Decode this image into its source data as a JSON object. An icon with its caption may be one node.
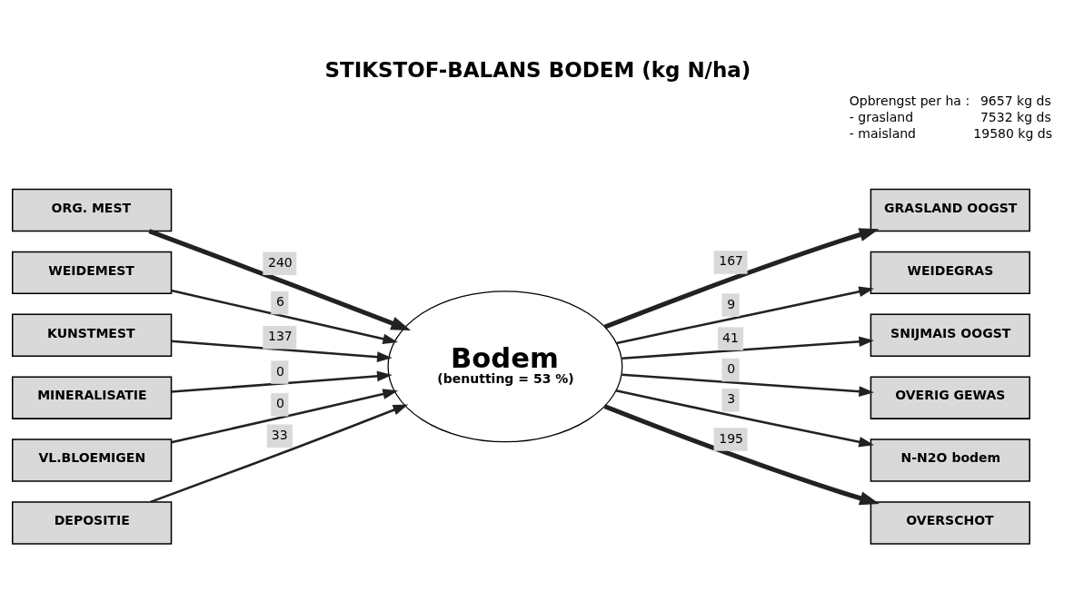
{
  "diagram": {
    "title": "STIKSTOF-BALANS BODEM (kg N/ha)",
    "nodes": [
      {
        "text": [
          "ORG. MEST"
        ]
      },
      {
        "text": [
          "WEIDEMEST"
        ]
      },
      {
        "text": [
          "KUNSTMEST"
        ]
      },
      {
        "text": [
          "MINERALISATIE"
        ]
      },
      {
        "text": [
          "VL.BLOEMIGEN"
        ]
      },
      {
        "text": [
          "DEPOSITIE"
        ]
      },
      {
        "text": [
          "Bodem",
          "(benutting = 53 %)"
        ]
      },
      {
        "text": [
          "GRASLAND OOGST"
        ]
      },
      {
        "text": [
          "WEIDEGRAS"
        ]
      },
      {
        "text": [
          "SNIJMAIS OOGST"
        ]
      },
      {
        "text": [
          "OVERIG GEWAS"
        ]
      },
      {
        "text": [
          "N-N2O bodem"
        ]
      },
      {
        "text": [
          "OVERSCHOT"
        ]
      }
    ],
    "edges": [
      {
        "from": 0,
        "to": 6,
        "arrow": "to",
        "label": "240",
        "style": "thick"
      },
      {
        "from": 1,
        "to": 6,
        "arrow": "to",
        "label": "6"
      },
      {
        "from": 2,
        "to": 6,
        "arrow": "to",
        "label": "137"
      },
      {
        "from": 3,
        "to": 6,
        "arrow": "to",
        "label": "0"
      },
      {
        "from": 4,
        "to": 6,
        "arrow": "to",
        "label": "0"
      },
      {
        "from": 5,
        "to": 6,
        "arrow": "to",
        "label": "33"
      },
      {
        "from": 6,
        "to": 7,
        "arrow": "to",
        "label": "167",
        "style": "thick"
      },
      {
        "from": 6,
        "to": 8,
        "arrow": "to",
        "label": "9"
      },
      {
        "from": 6,
        "to": 9,
        "arrow": "to",
        "label": "41"
      },
      {
        "from": 6,
        "to": 10,
        "arrow": "to",
        "label": "0"
      },
      {
        "from": 6,
        "to": 11,
        "arrow": "to",
        "label": "3"
      },
      {
        "from": 6,
        "to": 12,
        "arrow": "to",
        "label": "195",
        "style": "thick"
      }
    ],
    "labels": [
      "Opbrengst per ha :",
      "9657 kg ds",
      "- grasland",
      "7532 kg ds",
      "- maisland",
      "19580 kg ds"
    ]
  }
}
